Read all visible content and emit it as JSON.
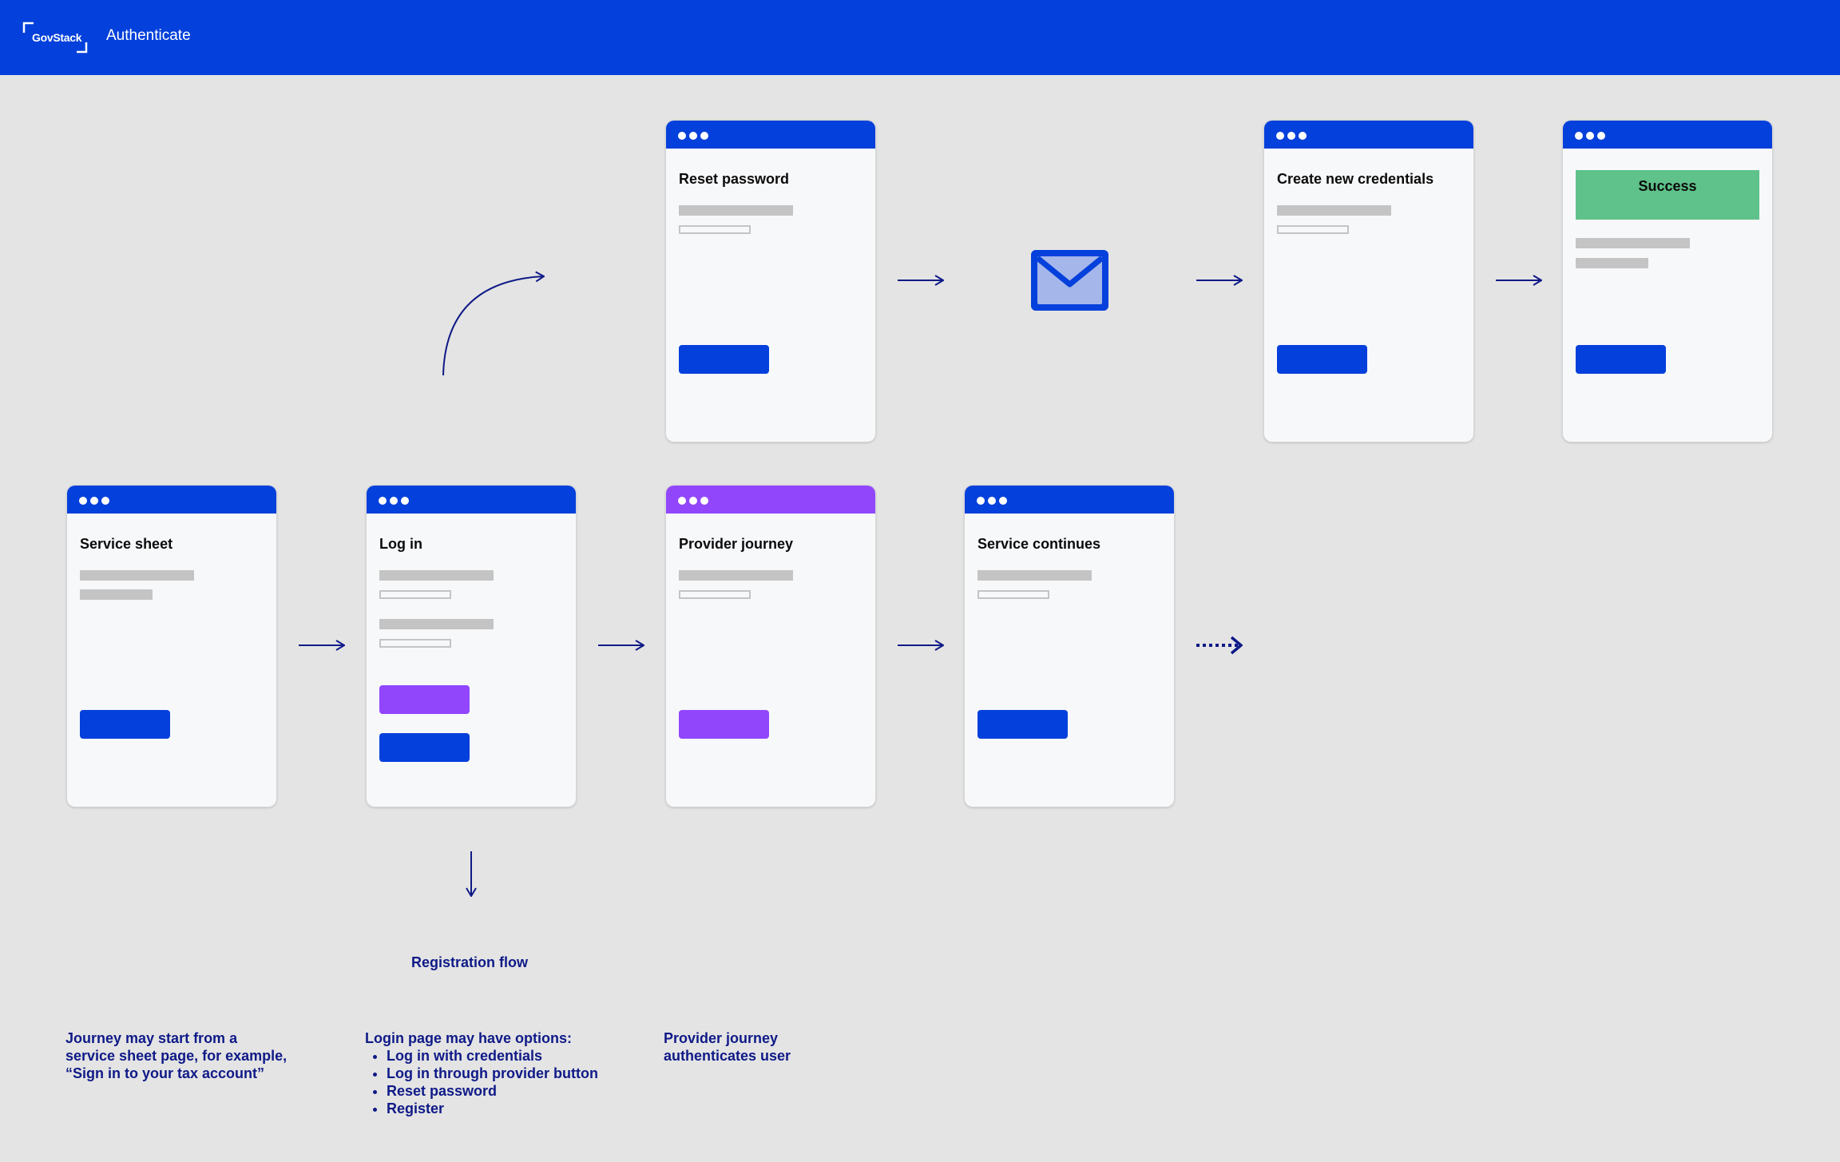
{
  "header": {
    "logo_text": "GovStack",
    "title": "Authenticate"
  },
  "cards": {
    "reset": {
      "title": "Reset password"
    },
    "create": {
      "title": "Create new credentials"
    },
    "success": {
      "title": "Success"
    },
    "service_sheet": {
      "title": "Service sheet"
    },
    "login": {
      "title": "Log in"
    },
    "provider": {
      "title": "Provider journey"
    },
    "service_continues": {
      "title": "Service continues"
    }
  },
  "labels": {
    "registration_flow": "Registration flow"
  },
  "notes": {
    "service_sheet": [
      "Journey may start from a",
      "service sheet page, for example,",
      "“Sign in to your tax account”"
    ],
    "login": {
      "intro": "Login page may have options:",
      "options": [
        "Log in with credentials",
        "Log in through provider button",
        "Reset password",
        "Register"
      ]
    },
    "provider": [
      "Provider journey",
      "authenticates user"
    ]
  },
  "icons": {
    "email": "envelope-icon",
    "logo": "govstack-logo"
  },
  "colors": {
    "primary": "#0440db",
    "purple": "#9146fc",
    "success": "#5ec28a",
    "arrow": "#0f1a87",
    "note_text": "#0f1a87",
    "background": "#e4e4e4"
  }
}
